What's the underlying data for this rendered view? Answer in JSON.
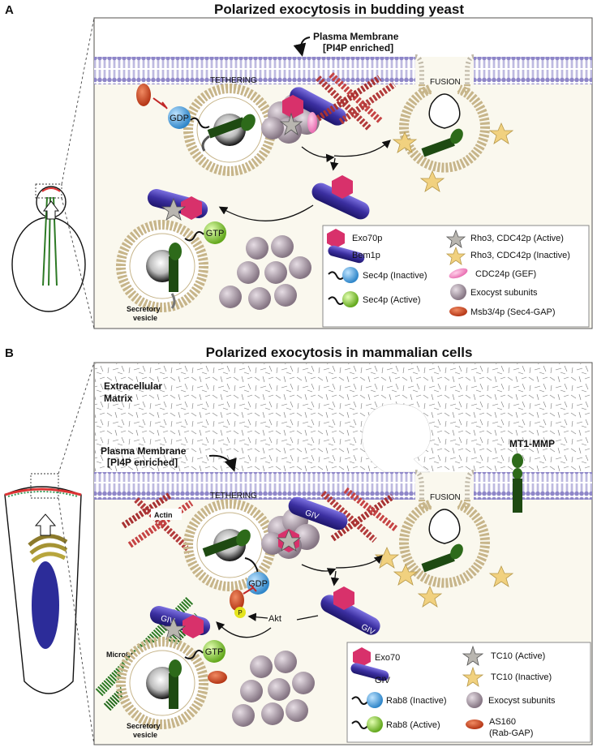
{
  "panel_a": {
    "letter": "A",
    "title": "Polarized exocytosis in budding yeast",
    "membrane_label_1": "Plasma Membrane",
    "membrane_label_2": "[PI4P enriched]",
    "tethering": "TETHERING",
    "fusion": "FUSION",
    "gdp": "GDP",
    "gtp": "GTP",
    "vesicle_1": "Secretory",
    "vesicle_2": "vesicle",
    "legend": [
      {
        "icon": "hexagon-icon",
        "label": "Exo70p"
      },
      {
        "icon": "rod-icon",
        "label": "Bem1p"
      },
      {
        "icon": "sphere-blue-icon",
        "label": "Sec4p (Inactive)"
      },
      {
        "icon": "sphere-green-icon",
        "label": "Sec4p (Active)"
      },
      {
        "icon": "star-gray-icon",
        "label": "Rho3, CDC42p (Active)"
      },
      {
        "icon": "star-yellow-icon",
        "label": "Rho3, CDC42p (Inactive)"
      },
      {
        "icon": "ellipse-pink-icon",
        "label": "CDC24p (GEF)"
      },
      {
        "icon": "sphere-mauve-icon",
        "label": "Exocyst subunits"
      },
      {
        "icon": "ellipse-red-icon",
        "label": "Msb3/4p (Sec4-GAP)"
      }
    ]
  },
  "panel_b": {
    "letter": "B",
    "title": "Polarized exocytosis in mammalian cells",
    "ecm_1": "Extracellular",
    "ecm_2": "Matrix",
    "mt1_mmp": "MT1-MMP",
    "membrane_label_1": "Plasma Membrane",
    "membrane_label_2": "[PI4P enriched]",
    "tethering": "TETHERING",
    "fusion": "FUSION",
    "actin": "Actin",
    "microtubules": "Microtubules",
    "giv": "GIV",
    "gdp": "GDP",
    "gtp": "GTP",
    "p": "P",
    "akt": "Akt",
    "vesicle_1": "Secretory",
    "vesicle_2": "vesicle",
    "legend": [
      {
        "icon": "hexagon-icon",
        "label": "Exo70"
      },
      {
        "icon": "rod-icon",
        "label": "GIV"
      },
      {
        "icon": "sphere-blue-icon",
        "label": "Rab8 (Inactive)"
      },
      {
        "icon": "sphere-green-icon",
        "label": "Rab8 (Active)"
      },
      {
        "icon": "star-gray-icon",
        "label": "TC10 (Active)"
      },
      {
        "icon": "star-yellow-icon",
        "label": "TC10 (Inactive)"
      },
      {
        "icon": "sphere-mauve-icon",
        "label": "Exocyst subunits"
      },
      {
        "icon": "ellipse-red-icon",
        "label": "AS160"
      },
      {
        "icon": "ellipse-red-icon",
        "label": "(Rab-GAP)"
      }
    ]
  },
  "colors": {
    "membrane": "#8e86c8",
    "vesicle": "#c7b58a",
    "exo70": "#d8316b",
    "rod": "#3b2fa0",
    "inactive": "#4aa6e2",
    "active": "#8ccd32",
    "exocyst": "#a99aa6",
    "gap": "#c8472a",
    "gef": "#e87fb8",
    "star_yellow": "#f1d17f",
    "star_gray": "#b9b6b0",
    "rab_body": "#1e4a12",
    "actin": "#c13a3a",
    "microtubule": "#2d7a25",
    "background": "#faf8ee"
  }
}
